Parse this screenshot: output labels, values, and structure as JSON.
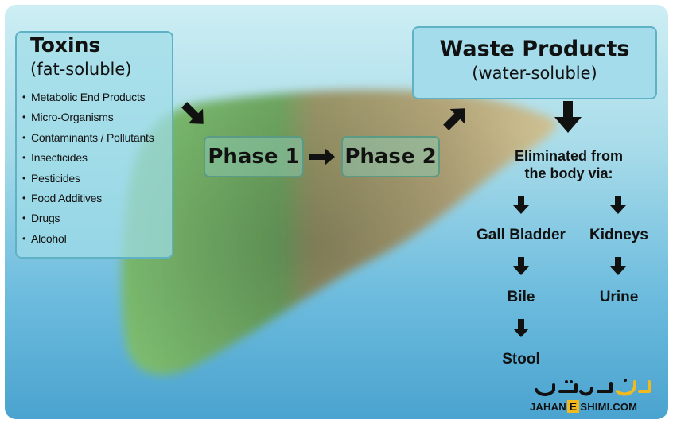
{
  "colors": {
    "background_top": "#cdeef4",
    "background_bottom": "#4aa3cf",
    "liver_green": "#77b06a",
    "liver_tan": "#a89c6f",
    "box_fill": "#a4dceb",
    "box_border": "#5fb1c4",
    "phase_fill": "#8cc8af",
    "arrow": "#111111",
    "watermark_accent": "#f2b91f"
  },
  "toxins": {
    "title": "Toxins",
    "subtitle": "(fat-soluble)",
    "items": [
      "Metabolic End Products",
      "Micro-Organisms",
      "Contaminants / Pollutants",
      "Insecticides",
      "Pesticides",
      "Food Additives",
      "Drugs",
      "Alcohol"
    ]
  },
  "phases": {
    "phase1": "Phase 1",
    "phase2": "Phase 2"
  },
  "waste": {
    "title": "Waste Products",
    "subtitle": "(water-soluble)"
  },
  "elimination": {
    "line1": "Eliminated from",
    "line2": "the body via:",
    "gall_bladder": "Gall Bladder",
    "kidneys": "Kidneys",
    "bile": "Bile",
    "urine": "Urine",
    "stool": "Stool"
  },
  "watermark": {
    "site_part1": "JAHAN",
    "site_letter": "E",
    "site_part2": "SHIMI.COM"
  }
}
